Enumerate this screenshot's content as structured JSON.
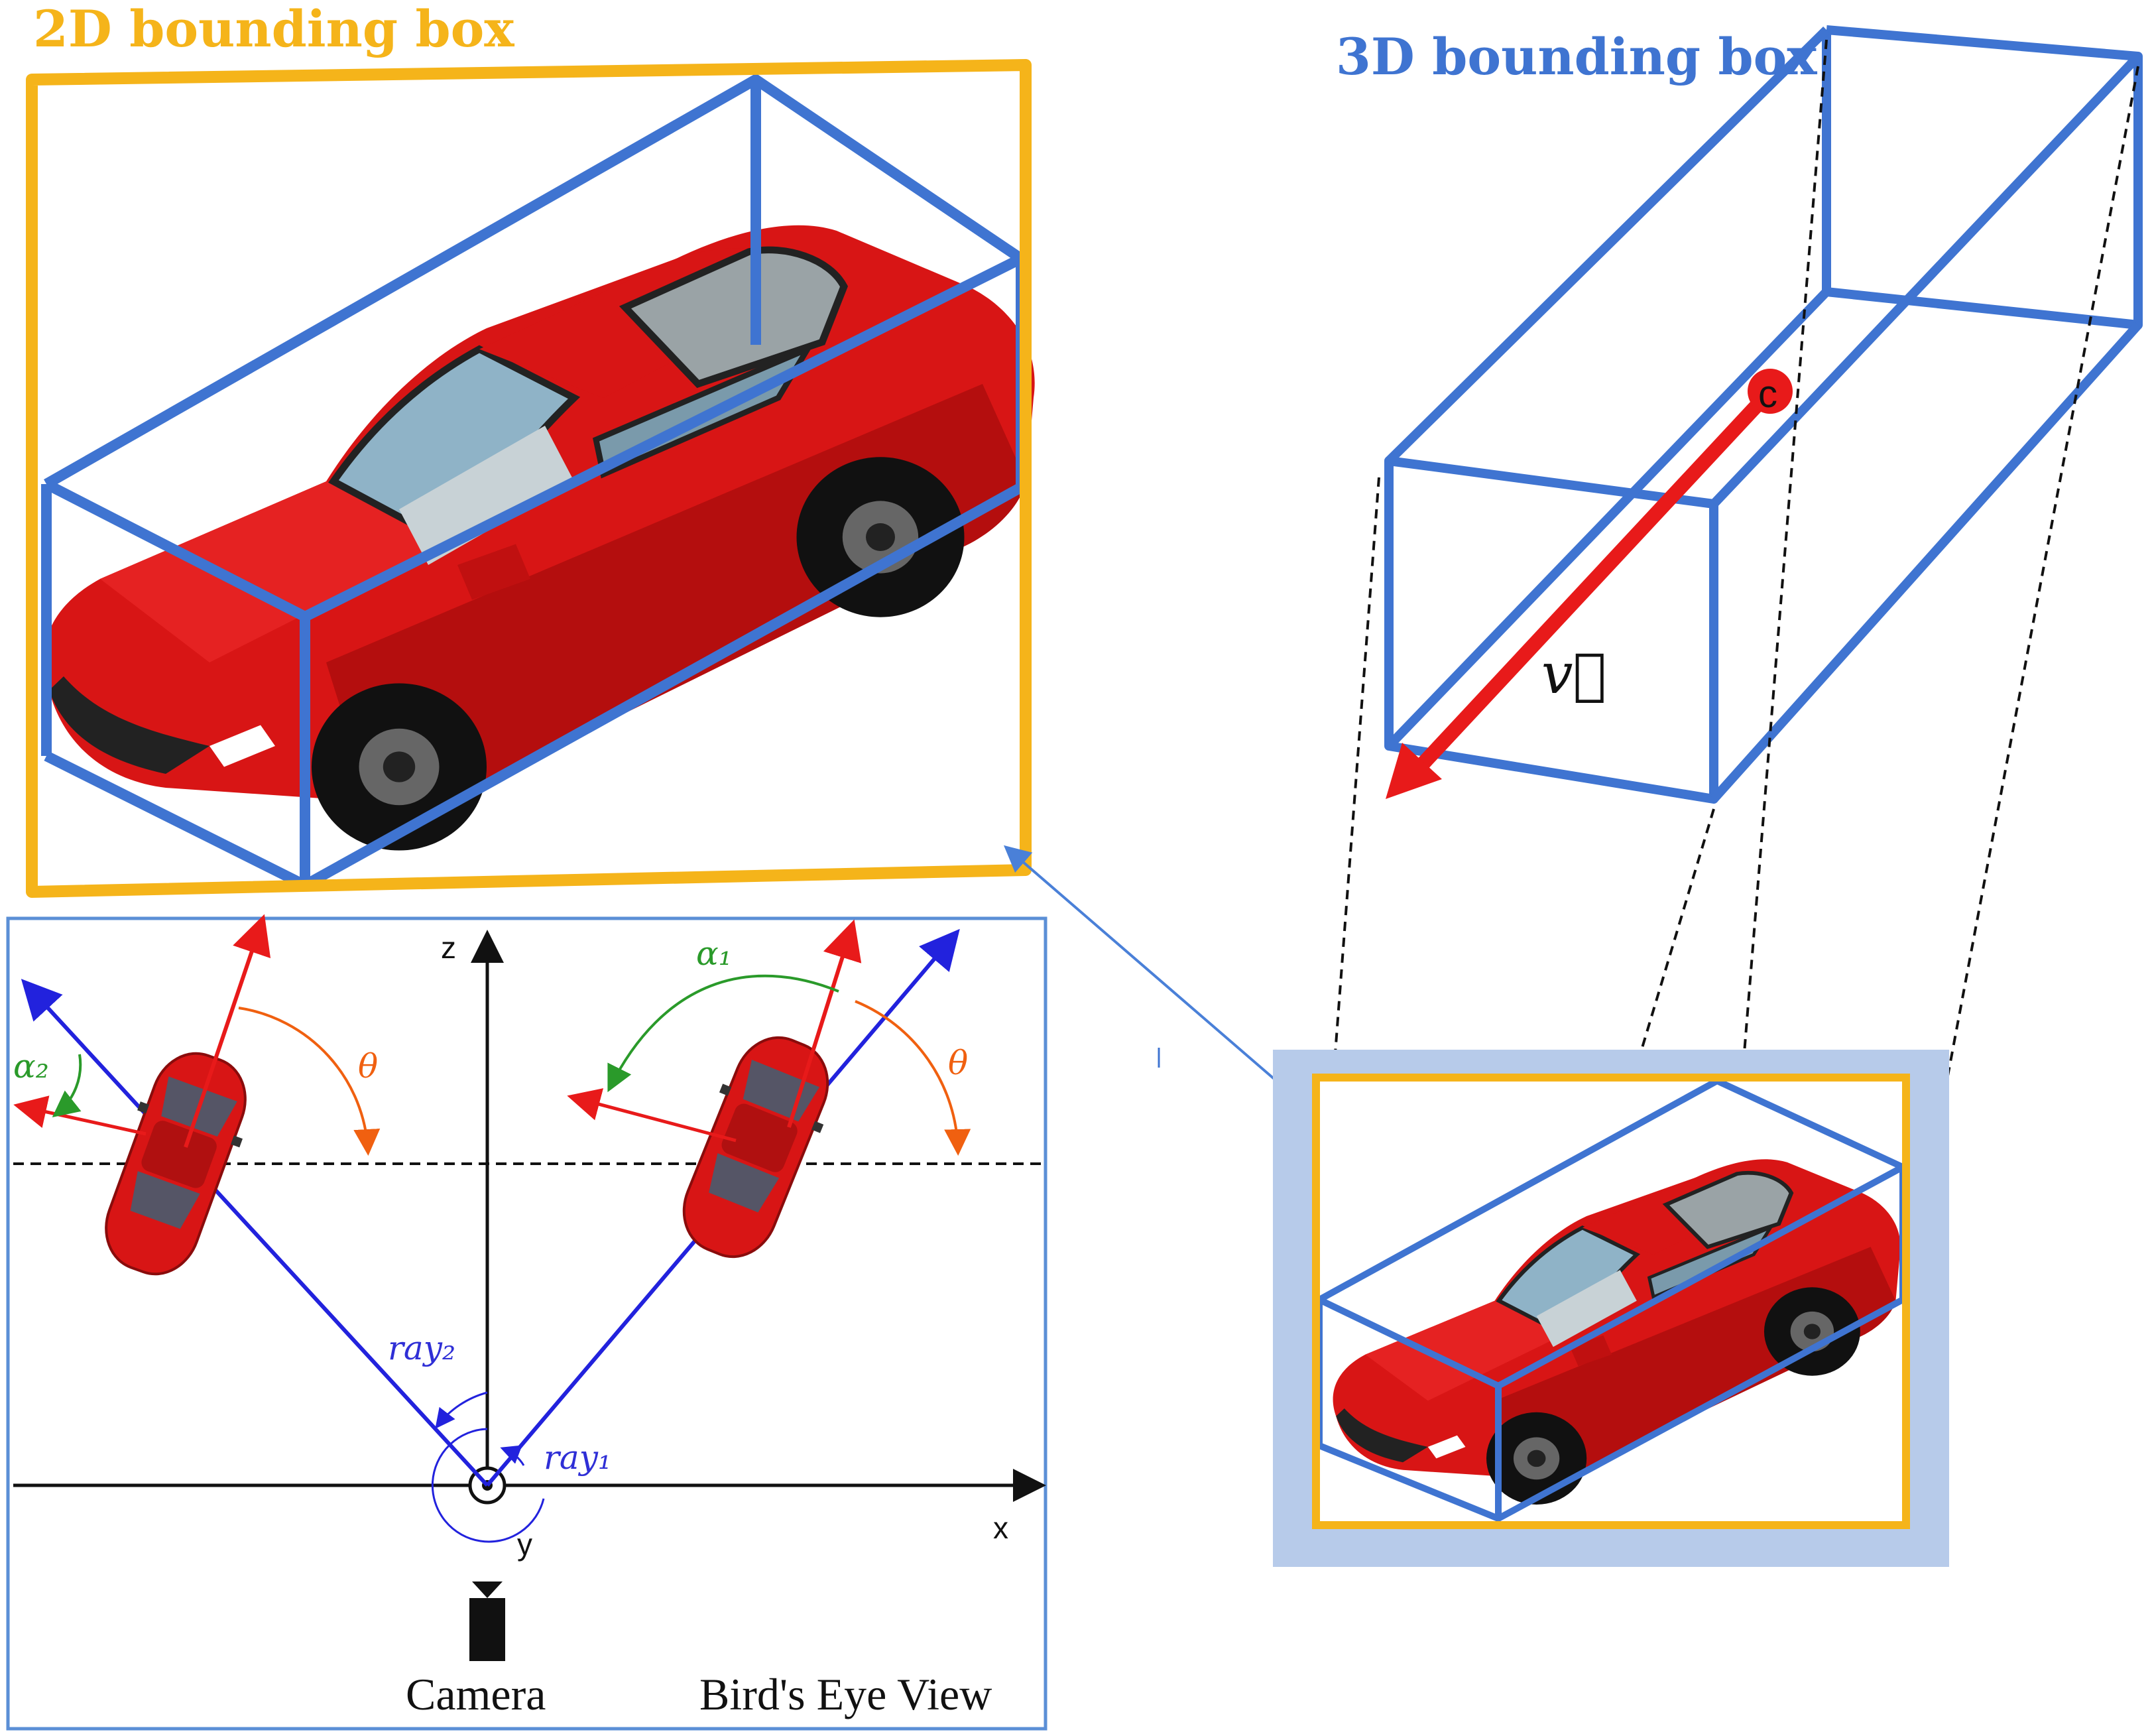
{
  "titles": {
    "bbox_2d": "2D bounding box",
    "bbox_3d": "3D bounding box"
  },
  "colors": {
    "bbox_2d": "#f5b41a",
    "bbox_3d": "#3f74d1",
    "car_red": "#d81515",
    "orientation_arrow": "#e81a1a",
    "ray": "#2222dd",
    "alpha": "#2a9a2a",
    "theta": "#f06010",
    "bev_border": "#5b8fd6",
    "thumb_bg": "#b7cbea"
  },
  "bev": {
    "axis_z": "z",
    "axis_x": "x",
    "axis_y": "y",
    "alpha1": "α₁",
    "alpha2": "α₂",
    "theta_left": "θ",
    "theta_right": "θ",
    "ray1": "ray₁",
    "ray2": "ray₂",
    "camera_label": "Camera",
    "view_label": "Bird's Eye View"
  },
  "box3d": {
    "center_label": "c",
    "vector_label": "v⃗"
  },
  "icons": {
    "car": "car-icon",
    "camera": "camera-icon",
    "origin": "y-axis-out-of-plane-icon"
  }
}
